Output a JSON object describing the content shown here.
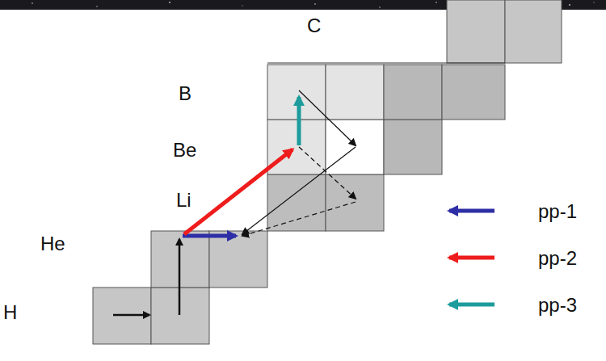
{
  "diagram": {
    "labels": [
      "C",
      "B",
      "Be",
      "Li",
      "He",
      "H"
    ],
    "legend": [
      {
        "text": "pp-1"
      },
      {
        "text": "pp-2"
      },
      {
        "text": "pp-3"
      }
    ]
  }
}
